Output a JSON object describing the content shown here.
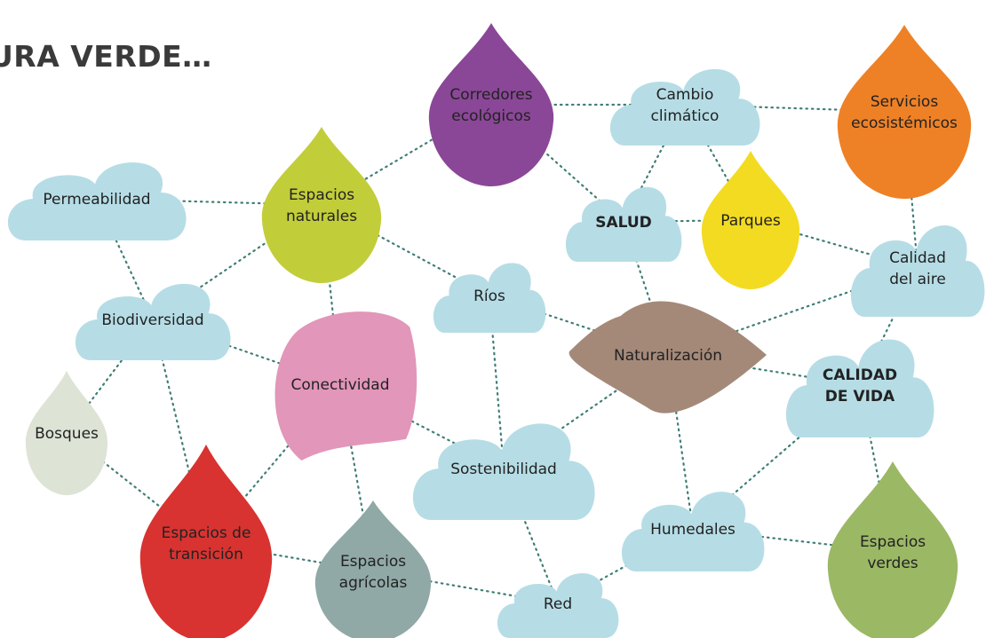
{
  "title": "URA VERDE…",
  "colors": {
    "cloud": "#b6dde6",
    "edge": "#3f7e75",
    "text_dark": "#222222",
    "text_light": "#ffffff"
  },
  "nodes": [
    {
      "id": "corredores",
      "shape": "leaf",
      "color": "#8a4797",
      "text_color": "#222222",
      "lines": [
        "Corredores",
        "ecológicos"
      ]
    },
    {
      "id": "cambio",
      "shape": "cloud",
      "lines": [
        "Cambio",
        "climático"
      ]
    },
    {
      "id": "servicios",
      "shape": "leaf",
      "color": "#ee8126",
      "text_color": "#222222",
      "lines": [
        "Servicios",
        "ecosistémicos"
      ]
    },
    {
      "id": "permeabilidad",
      "shape": "cloud",
      "lines": [
        "Permeabilidad"
      ]
    },
    {
      "id": "espacios_naturales",
      "shape": "leaf",
      "color": "#c2cd3a",
      "text_color": "#222222",
      "lines": [
        "Espacios",
        "naturales"
      ]
    },
    {
      "id": "salud",
      "shape": "cloud",
      "bold": true,
      "lines": [
        "SALUD"
      ]
    },
    {
      "id": "parques",
      "shape": "leaf",
      "color": "#f3db21",
      "text_color": "#222222",
      "lines": [
        "Parques"
      ]
    },
    {
      "id": "calidad_aire",
      "shape": "cloud",
      "lines": [
        "Calidad",
        "del aire"
      ]
    },
    {
      "id": "rios",
      "shape": "cloud",
      "lines": [
        "Ríos"
      ]
    },
    {
      "id": "biodiversidad",
      "shape": "cloud",
      "lines": [
        "Biodiversidad"
      ]
    },
    {
      "id": "naturalizacion",
      "shape": "leaf",
      "color": "#a48979",
      "text_color": "#222222",
      "lines": [
        "Naturalización"
      ]
    },
    {
      "id": "calidad_vida",
      "shape": "cloud",
      "bold": true,
      "lines": [
        "CALIDAD",
        "DE VIDA"
      ]
    },
    {
      "id": "conectividad",
      "shape": "leaf",
      "color": "#e296b9",
      "text_color": "#222222",
      "lines": [
        "Conectividad"
      ]
    },
    {
      "id": "bosques",
      "shape": "leaf",
      "color": "#dde3d5",
      "text_color": "#222222",
      "lines": [
        "Bosques"
      ]
    },
    {
      "id": "sostenibilidad",
      "shape": "cloud",
      "lines": [
        "Sostenibilidad"
      ]
    },
    {
      "id": "espacios_transicion",
      "shape": "leaf",
      "color": "#d83330",
      "text_color": "#222222",
      "lines": [
        "Espacios de",
        "transición"
      ]
    },
    {
      "id": "humedales",
      "shape": "cloud",
      "lines": [
        "Humedales"
      ]
    },
    {
      "id": "espacios_agricolas",
      "shape": "leaf",
      "color": "#90a9a6",
      "text_color": "#222222",
      "lines": [
        "Espacios",
        "agrícolas"
      ]
    },
    {
      "id": "espacios_verdes",
      "shape": "leaf",
      "color": "#9bb865",
      "text_color": "#222222",
      "lines": [
        "Espacios",
        "verdes"
      ]
    },
    {
      "id": "red",
      "shape": "cloud",
      "lines": [
        "Red"
      ]
    }
  ],
  "edges": [
    [
      "corredores",
      "cambio"
    ],
    [
      "cambio",
      "servicios"
    ],
    [
      "corredores",
      "espacios_naturales"
    ],
    [
      "corredores",
      "salud"
    ],
    [
      "permeabilidad",
      "espacios_naturales"
    ],
    [
      "permeabilidad",
      "biodiversidad"
    ],
    [
      "espacios_naturales",
      "biodiversidad"
    ],
    [
      "espacios_naturales",
      "rios"
    ],
    [
      "espacios_naturales",
      "conectividad"
    ],
    [
      "cambio",
      "salud"
    ],
    [
      "cambio",
      "parques"
    ],
    [
      "salud",
      "parques"
    ],
    [
      "parques",
      "calidad_aire"
    ],
    [
      "servicios",
      "calidad_aire"
    ],
    [
      "salud",
      "naturalizacion"
    ],
    [
      "calidad_aire",
      "naturalizacion"
    ],
    [
      "calidad_aire",
      "calidad_vida"
    ],
    [
      "rios",
      "naturalizacion"
    ],
    [
      "rios",
      "sostenibilidad"
    ],
    [
      "biodiversidad",
      "conectividad"
    ],
    [
      "biodiversidad",
      "bosques"
    ],
    [
      "biodiversidad",
      "espacios_transicion"
    ],
    [
      "conectividad",
      "espacios_transicion"
    ],
    [
      "conectividad",
      "espacios_agricolas"
    ],
    [
      "conectividad",
      "sostenibilidad"
    ],
    [
      "bosques",
      "espacios_transicion"
    ],
    [
      "espacios_transicion",
      "espacios_agricolas"
    ],
    [
      "espacios_agricolas",
      "red"
    ],
    [
      "naturalizacion",
      "sostenibilidad"
    ],
    [
      "naturalizacion",
      "calidad_vida"
    ],
    [
      "naturalizacion",
      "humedales"
    ],
    [
      "sostenibilidad",
      "red"
    ],
    [
      "humedales",
      "red"
    ],
    [
      "humedales",
      "espacios_verdes"
    ],
    [
      "calidad_vida",
      "humedales"
    ],
    [
      "calidad_vida",
      "espacios_verdes"
    ]
  ]
}
